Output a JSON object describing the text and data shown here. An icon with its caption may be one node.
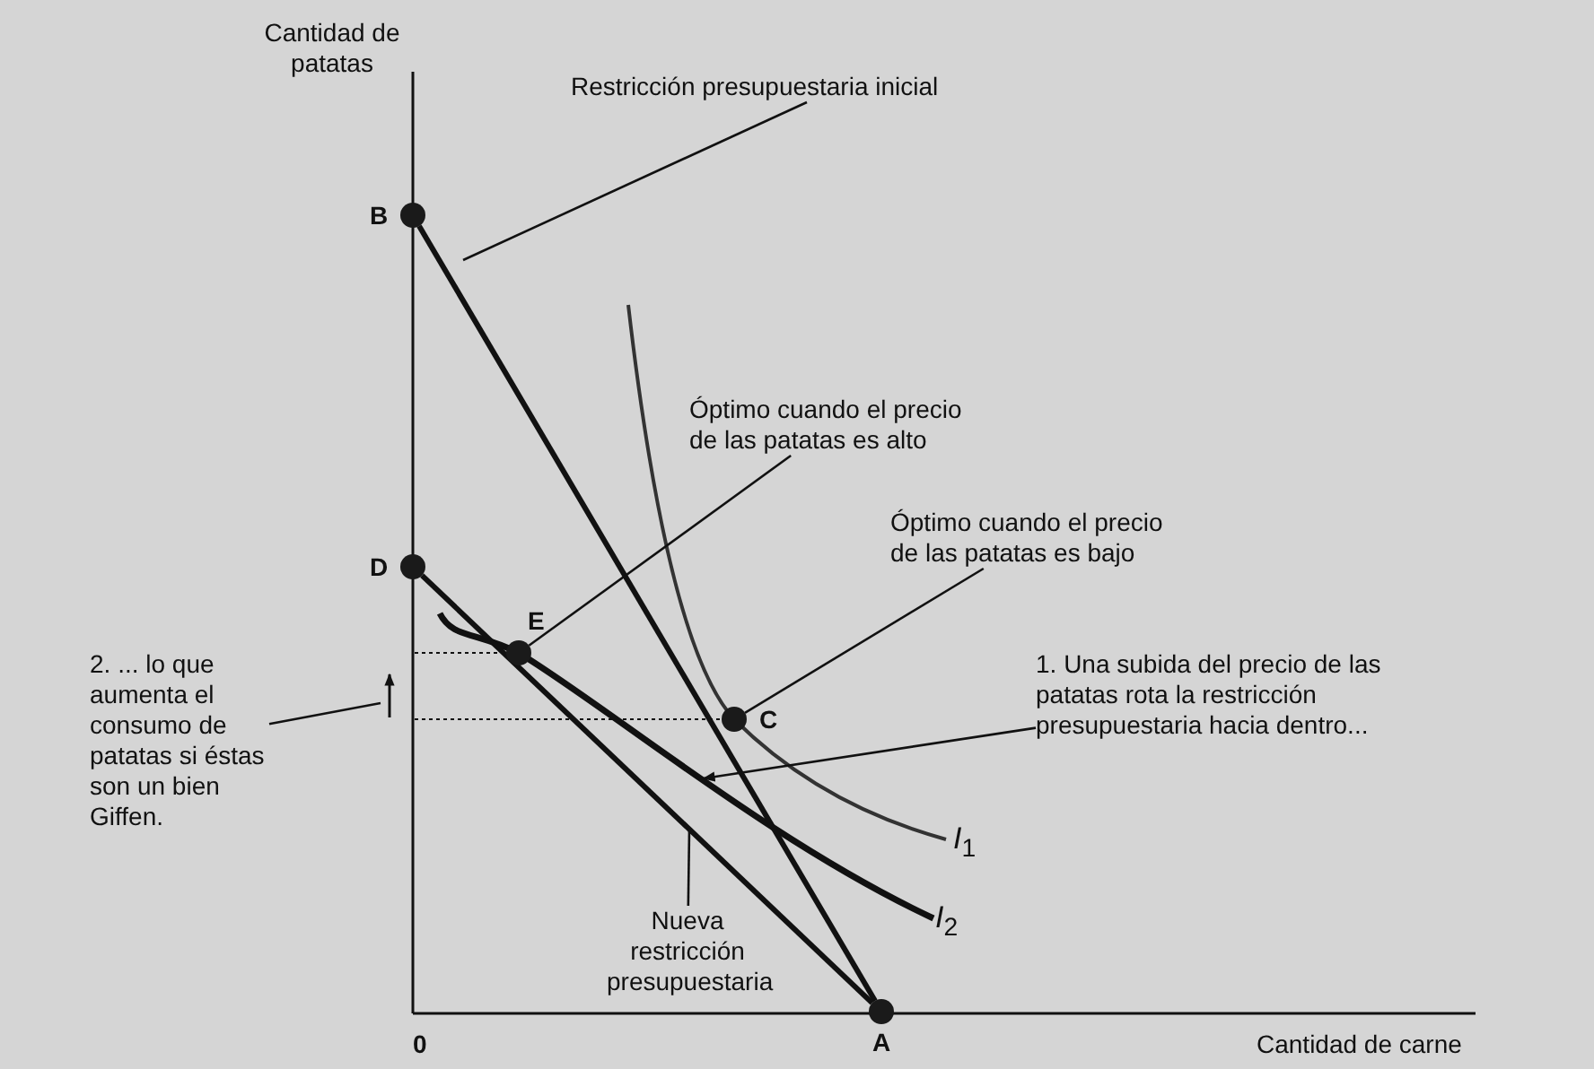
{
  "diagram": {
    "nodes": [
      {
        "text": [
          "B"
        ]
      },
      {
        "text": [
          "D"
        ]
      },
      {
        "text": [
          "E"
        ]
      },
      {
        "text": [
          "C"
        ]
      },
      {
        "text": [
          "A"
        ]
      },
      {
        "text": [
          "Restricción presupuestaria inicial"
        ]
      },
      {
        "text": [
          "Óptimo cuando el precio de las patatas es alto"
        ]
      },
      {
        "text": [
          "Óptimo cuando el precio de las patatas es bajo"
        ]
      },
      {
        "text": [
          "1. Una subida del precio de las patatas rota la restricción presupuestaria hacia dentro..."
        ]
      },
      {
        "text": [
          "2. ... lo que aumenta el consumo de patatas si éstas son un bien Giffen."
        ]
      },
      {
        "text": [
          "Nueva restricción presupuestaria"
        ]
      }
    ],
    "edges": [
      {
        "from": 0,
        "to": 4,
        "arrow": "none",
        "style": "thick"
      },
      {
        "from": 1,
        "to": 4,
        "arrow": "none",
        "style": "thick"
      },
      {
        "from": 5,
        "to": null,
        "arrow": "none"
      },
      {
        "from": 6,
        "to": 2,
        "arrow": "none"
      },
      {
        "from": 7,
        "to": 3,
        "arrow": "none"
      },
      {
        "from": 8,
        "to": null,
        "arrow": "to"
      },
      {
        "from": 9,
        "to": null,
        "arrow": "none"
      },
      {
        "from": 10,
        "to": null,
        "arrow": "none"
      }
    ],
    "labels": [
      "Cantidad de patatas",
      "*I*$_{1}$",
      "*I*$_{2}$",
      "0",
      "Cantidad de carne"
    ]
  }
}
